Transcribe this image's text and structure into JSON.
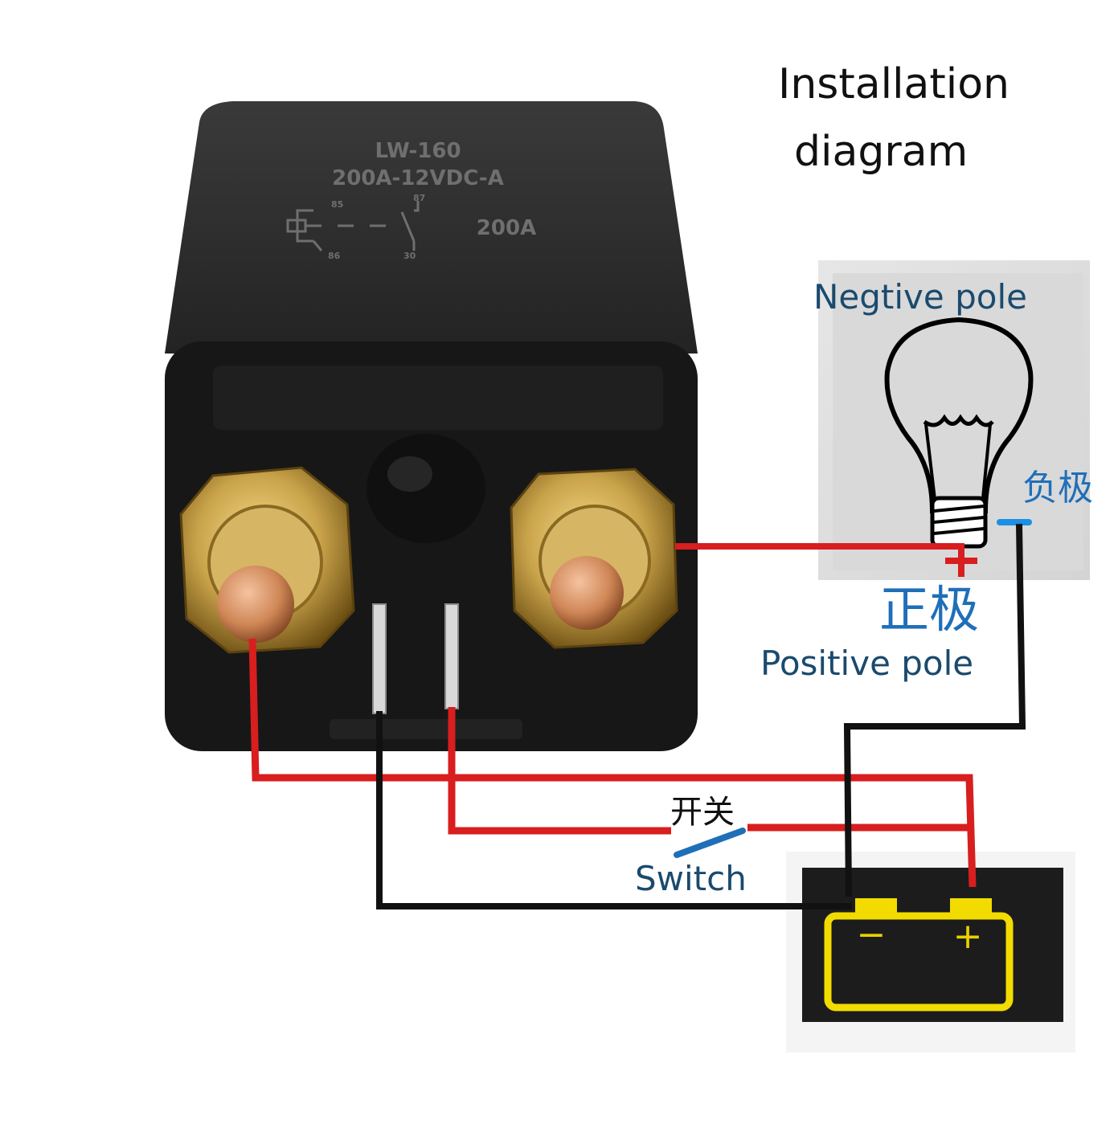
{
  "title": {
    "line1": "Installation",
    "line2": "diagram"
  },
  "relay": {
    "model": "LW-160",
    "rating": "200A-12VDC-A",
    "current": "200A",
    "pin_top_left": "85",
    "pin_top_right": "87",
    "pin_bottom_left": "86",
    "pin_bottom_right": "30"
  },
  "bulb": {
    "negative_label_en": "Negtive pole",
    "negative_label_cn": "负极",
    "negative_sign": "−",
    "positive_sign": "+",
    "positive_label_cn": "正极",
    "positive_label_en": "Positive pole"
  },
  "switch": {
    "label_cn": "开关",
    "label_en": "Switch"
  },
  "battery": {
    "minus": "−",
    "plus": "+"
  },
  "colors": {
    "wire_red": "#d81e1e",
    "wire_black": "#111111",
    "relay_body": "#1a1a1a",
    "brass": "#c9a34a",
    "copper": "#d28a5a",
    "battery_body": "#1c1c1c",
    "battery_outline": "#f2dc00",
    "label_blue": "#1a4a6e",
    "label_cn_blue": "#1f6fb8"
  }
}
